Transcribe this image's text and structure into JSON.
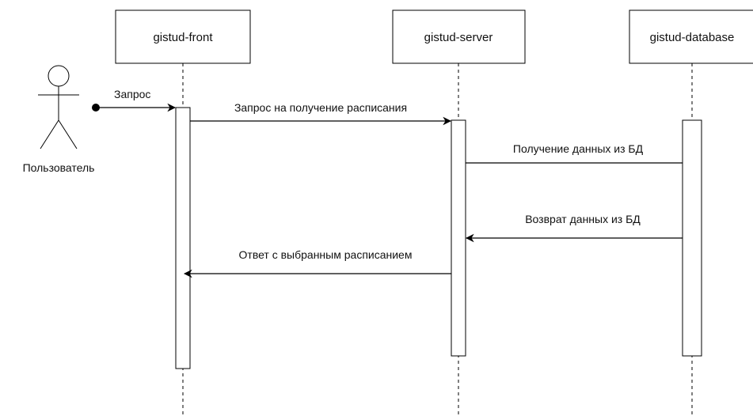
{
  "actor": {
    "label": "Пользователь"
  },
  "participants": [
    {
      "label": "gistud-front"
    },
    {
      "label": "gistud-server"
    },
    {
      "label": "gistud-database"
    }
  ],
  "messages": [
    {
      "label": "Запрос"
    },
    {
      "label": "Запрос на получение расписания"
    },
    {
      "label": "Получение данных из БД"
    },
    {
      "label": "Возврат данных из БД"
    },
    {
      "label": "Ответ с выбранным расписанием"
    }
  ],
  "colors": {
    "line": "#000000",
    "box_fill": "#ffffff",
    "text": "#111111"
  }
}
